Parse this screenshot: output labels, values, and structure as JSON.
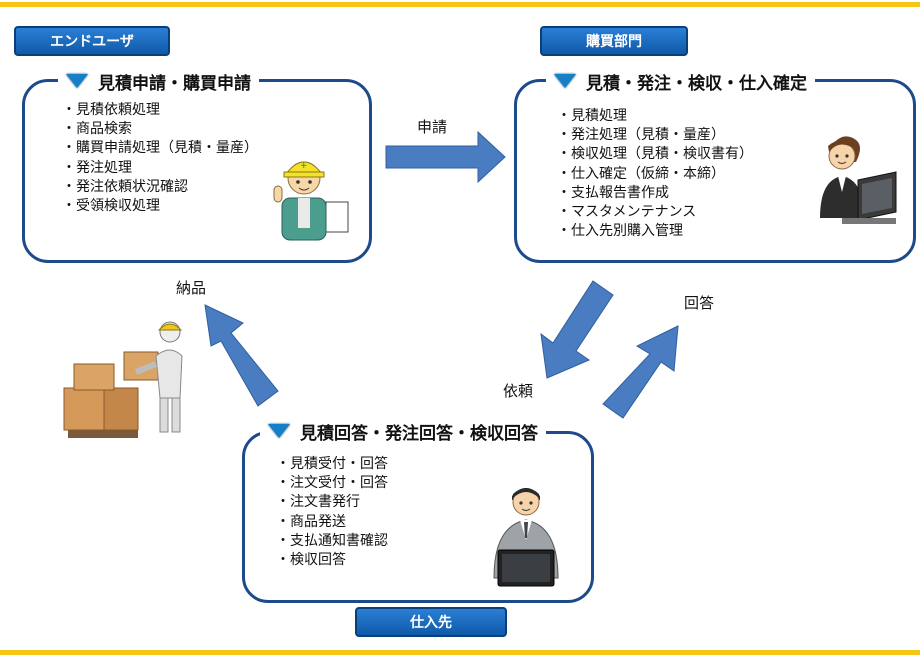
{
  "roles": {
    "end_user": "エンドユーザ",
    "purchasing": "購買部門",
    "supplier": "仕入先"
  },
  "boxes": {
    "end_user": {
      "title": "見積申請・購買申請",
      "items": [
        "見積依頼処理",
        "商品検索",
        "購買申請処理（見積・量産）",
        "発注処理",
        "発注依頼状況確認",
        "受領検収処理"
      ]
    },
    "purchasing": {
      "title": "見積・発注・検収・仕入確定",
      "items": [
        "見積処理",
        "発注処理（見積・量産）",
        "検収処理（見積・検収書有）",
        "仕入確定（仮締・本締）",
        "支払報告書作成",
        "マスタメンテナンス",
        "仕入先別購入管理"
      ]
    },
    "supplier": {
      "title": "見積回答・発注回答・検収回答",
      "items": [
        "見積受付・回答",
        "注文受付・回答",
        "注文書発行",
        "商品発送",
        "支払通知書確認",
        "検収回答"
      ]
    }
  },
  "flows": {
    "apply": "申請",
    "delivery": "納品",
    "request": "依頼",
    "answer": "回答"
  },
  "colors": {
    "accent_bar": "#f5c518",
    "role_blue": "#0f5aa8",
    "box_border": "#1d4a8a",
    "arrow_fill": "#4a7cc2"
  },
  "icons": {
    "triangle": "triangle-down-icon",
    "worker": "helmet-worker-icon",
    "clerk": "office-woman-icon",
    "supplier": "businessman-laptop-icon",
    "boxes": "delivery-boxes-icon"
  }
}
